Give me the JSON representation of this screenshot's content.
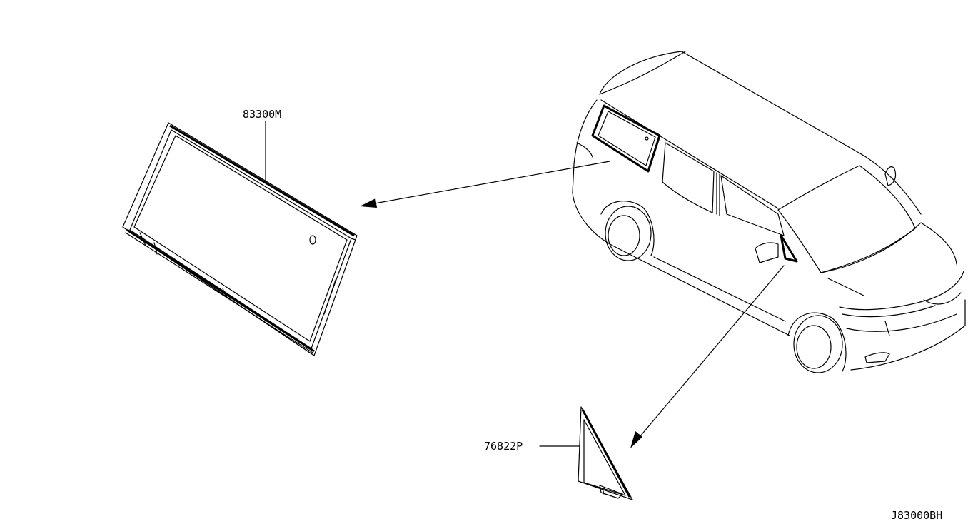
{
  "diagram": {
    "parts": [
      {
        "part_number": "83300M"
      },
      {
        "part_number": "76822P"
      }
    ],
    "drawing_code": "J83000BH"
  }
}
